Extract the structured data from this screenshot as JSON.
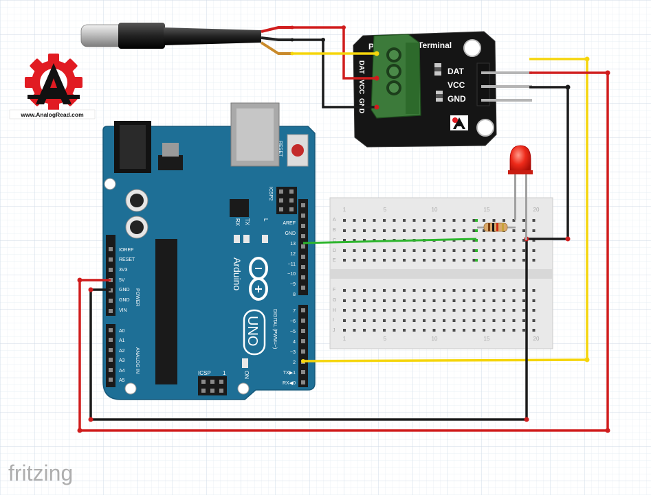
{
  "watermark": {
    "site": "www.AnalogRead.com",
    "logo_letter": "A",
    "brand_red": "#e11b22"
  },
  "footer": {
    "brand": "fritzing"
  },
  "terminal_module": {
    "title": "Terminal",
    "title_prefix": "P",
    "screw_labels": [
      "DAT",
      "VCC",
      "GND"
    ],
    "pin_labels": [
      "DAT",
      "VCC",
      "GND"
    ]
  },
  "arduino": {
    "brand": "Arduino",
    "model": "UNO",
    "reset_label": "RESET",
    "icsp_label": "ICSP",
    "icsp2_label": "ICSP2",
    "icsp_pin1": "1",
    "on_label": "ON",
    "led_l": "L",
    "tx": "TX",
    "rx": "RX",
    "power_header": [
      "IOREF",
      "RESET",
      "3V3",
      "5V",
      "GND",
      "GND",
      "VIN"
    ],
    "power_label": "POWER",
    "analog_header": [
      "A0",
      "A1",
      "A2",
      "A3",
      "A4",
      "A5"
    ],
    "analog_label": "ANALOG IN",
    "digital_top": [
      "AREF",
      "GND",
      "13",
      "12",
      "~11",
      "~10",
      "~9",
      "8"
    ],
    "digital_bottom": [
      "7",
      "~6",
      "~5",
      "4",
      "~3",
      "2",
      "TX▶1",
      "RX◀0"
    ],
    "digital_label": "DIGITAL (PWM=~)",
    "board_color": "#1e6f96"
  },
  "breadboard": {
    "rows_top": [
      "A",
      "B",
      "C",
      "D",
      "E"
    ],
    "rows_bottom": [
      "F",
      "G",
      "H",
      "I",
      "J"
    ],
    "col_numbers": [
      "1",
      "5",
      "10",
      "15",
      "20"
    ]
  },
  "wire_colors": {
    "red": "#d01d1d",
    "black": "#1a1a1a",
    "yellow": "#f5d50c",
    "green": "#2db52d"
  }
}
